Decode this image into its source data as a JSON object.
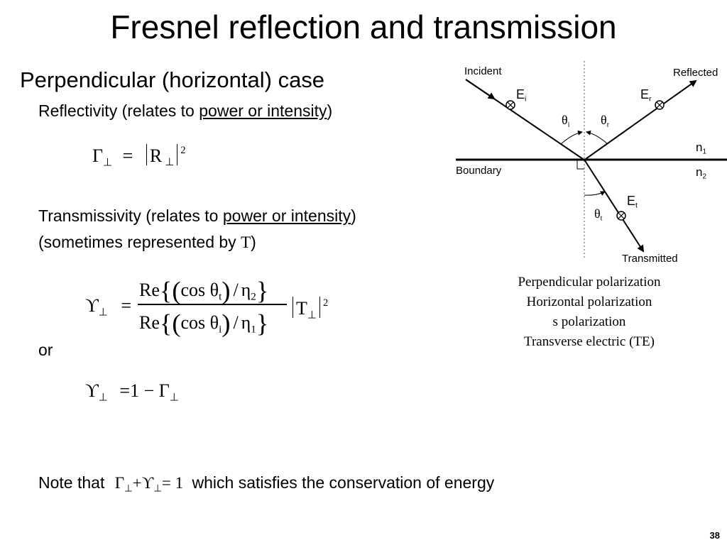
{
  "slide": {
    "title": "Fresnel reflection and transmission",
    "subtitle": "Perpendicular (horizontal) case",
    "page_number": "38"
  },
  "reflectivity": {
    "prefix": "Reflectivity (relates to ",
    "underlined": "power or intensity",
    "suffix": ")",
    "equation": {
      "lhs": "Γ",
      "lhs_sub": "⊥",
      "equals": "=",
      "symbol": "R",
      "symbol_sub": "⊥",
      "power": "2"
    }
  },
  "transmissivity": {
    "prefix": "Transmissivity (relates to ",
    "underlined": "power or intensity",
    "suffix": ")",
    "note_prefix": "(sometimes represented by ",
    "note_symbol": "T",
    "note_suffix": ")",
    "equation": {
      "lhs": "ϒ",
      "lhs_sub": "⊥",
      "equals": "=",
      "num_re": "Re",
      "num_cos": "cos θ",
      "num_cos_sub": "t",
      "num_slash": "/",
      "num_eta": "η",
      "num_eta_sub": "2",
      "den_re": "Re",
      "den_cos": "cos θ",
      "den_cos_sub": "i",
      "den_slash": "/",
      "den_eta": "η",
      "den_eta_sub": "1",
      "symbol": "T",
      "symbol_sub": "⊥",
      "power": "2"
    }
  },
  "or_text": "or",
  "alt_equation": {
    "lhs": "ϒ",
    "lhs_sub": "⊥",
    "rhs": "=1 − Γ",
    "rhs_sub": "⊥"
  },
  "note": {
    "prefix": "Note that",
    "gamma": "Γ",
    "gamma_sub": "⊥",
    "plus": "+",
    "upsilon": "ϒ",
    "upsilon_sub": "⊥",
    "equals_one": "= 1",
    "suffix": "which satisfies the conservation of energy"
  },
  "diagram": {
    "incident": "Incident",
    "reflected": "Reflected",
    "transmitted": "Transmitted",
    "boundary": "Boundary",
    "n1": "n",
    "n1_sub": "1",
    "n2": "n",
    "n2_sub": "2",
    "ei": "E",
    "ei_sub": "i",
    "er": "E",
    "er_sub": "r",
    "et": "E",
    "et_sub": "t",
    "theta_i": "θ",
    "theta_i_sub": "i",
    "theta_r": "θ",
    "theta_r_sub": "r",
    "theta_t": "θ",
    "theta_t_sub": "t"
  },
  "polarization_names": [
    "Perpendicular polarization",
    "Horizontal polarization",
    "s polarization",
    "Transverse electric (TE)"
  ]
}
